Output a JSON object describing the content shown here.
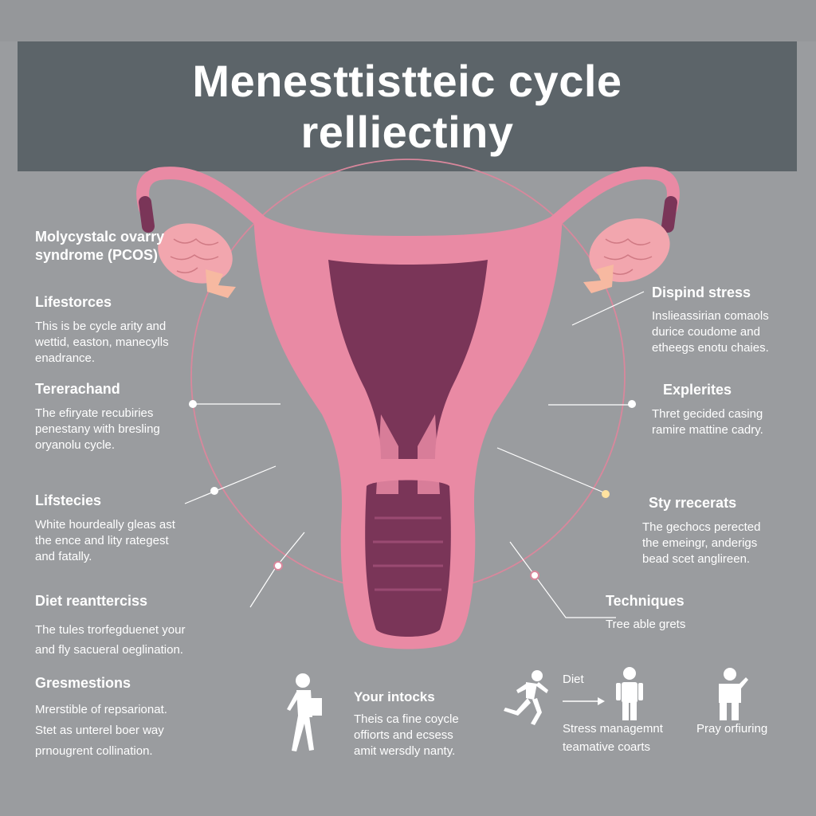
{
  "title": {
    "line1": "Menesttistteic cycle",
    "line2": "relliectiny"
  },
  "left_blocks": [
    {
      "heading": [
        "Molycystalc ovarry",
        "syndrome (PCOS)"
      ],
      "body": []
    },
    {
      "heading": [
        "Lifestorces"
      ],
      "body": [
        "This is be cycle arity and",
        "wettid, easton, manecylls",
        "enadrance."
      ]
    },
    {
      "heading": [
        "Tererachand"
      ],
      "body": [
        "The efiryate recubiries",
        "penestany with bresling",
        "oryanolu cycle."
      ]
    },
    {
      "heading": [
        "Lifstecies"
      ],
      "body": [
        "White hourdeally gleas ast",
        "the ence and lity rategest",
        "and fatally."
      ]
    },
    {
      "heading": [
        "Diet reantterciss"
      ],
      "body": [
        "The tules trorfegduenet your",
        "and fly sacueral oeglination."
      ]
    },
    {
      "heading": [
        "Gresmestions"
      ],
      "body": [
        "Mrerstible of repsarionat.",
        "Stet as unterel boer way",
        "prnougrent collination."
      ]
    }
  ],
  "right_blocks": [
    {
      "heading": [
        "Dispind stress"
      ],
      "body": [
        "Inslieassirian comaols",
        "durice coudome and",
        "etheegs enotu chaies."
      ]
    },
    {
      "heading": [
        "Explerites"
      ],
      "body": [
        "Thret gecided casing",
        "ramire mattine cadry."
      ]
    },
    {
      "heading": [
        "Sty rrecerats"
      ],
      "body": [
        "The gechocs perected",
        "the emeingr, anderigs",
        "bead scet anglireen."
      ]
    },
    {
      "heading": [
        "Techniques"
      ],
      "body": [
        "Tree able grets"
      ]
    }
  ],
  "bottom": {
    "center_heading": "Your intocks",
    "center_body": [
      "Theis ca fine coycle",
      "offiorts and ecsess",
      "amit wersdly nanty."
    ],
    "diet_label": "Diet",
    "stress_label": [
      "Stress managemnt",
      "teamative coarts"
    ],
    "pray_label": "Pray orfiuring"
  },
  "icons": [
    "walking-person-icon",
    "running-person-icon",
    "arrow-right-icon",
    "standing-person-icon",
    "thinking-person-icon"
  ],
  "colors": {
    "background": "#9a9c9f",
    "banner": "#5c6469",
    "uterus_pink": "#e98aa4",
    "uterus_dark": "#7a3558",
    "ring": "#d9879c"
  }
}
